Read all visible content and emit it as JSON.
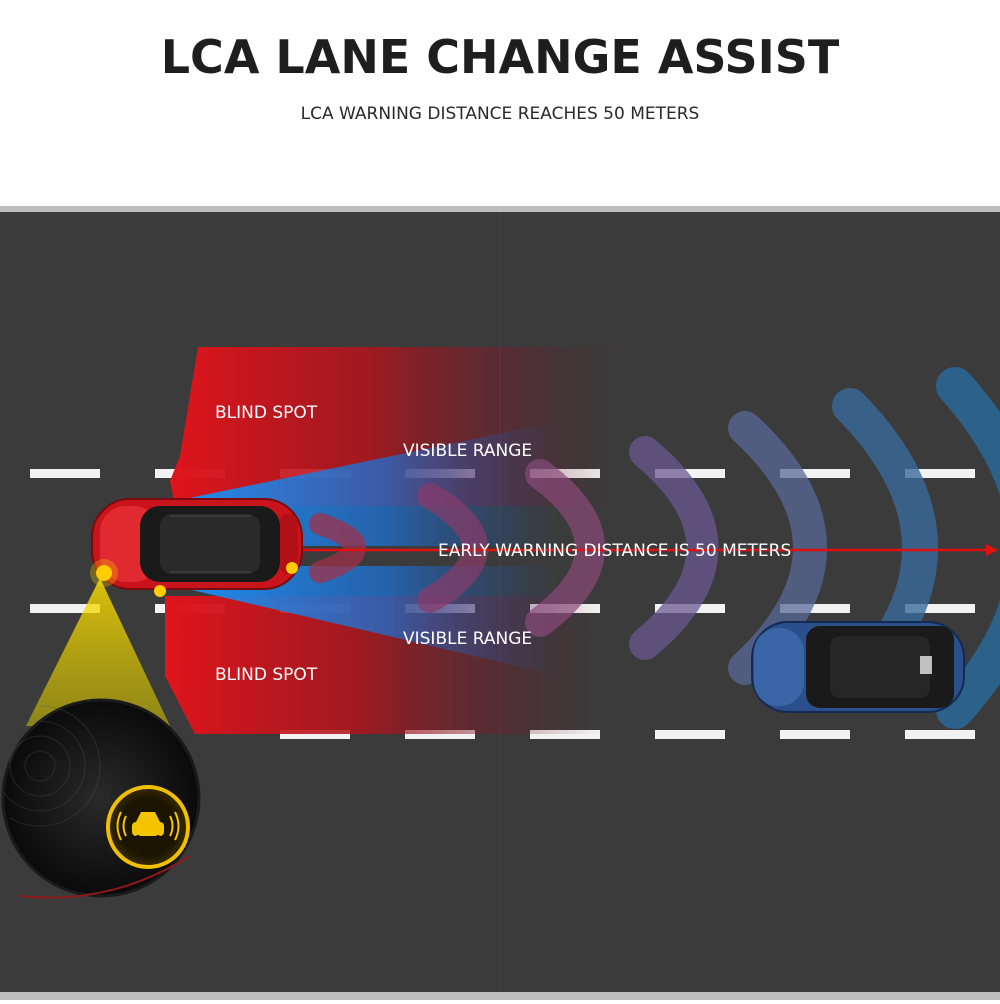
{
  "header": {
    "title": "LCA LANE CHANGE ASSIST",
    "subtitle": "LCA WARNING DISTANCE REACHES 50 METERS"
  },
  "diagram": {
    "labels": {
      "blind_spot_top": "BLIND SPOT",
      "visible_range_top": "VISIBLE RANGE",
      "early_warning": "EARLY WARNING DISTANCE IS 50 METERS",
      "visible_range_bottom": "VISIBLE RANGE",
      "blind_spot_bottom": "BLIND SPOT"
    },
    "colors": {
      "road": "#3a3a3a",
      "blind_spot": "#e0141c",
      "visible_range": "#1e8ff0",
      "warning_arrow": "#e01010",
      "indicator": "#f5c400",
      "own_car": "#d01818",
      "other_car": "#2a4f8a"
    },
    "icons": [
      "lane-change-warning-icon"
    ]
  }
}
